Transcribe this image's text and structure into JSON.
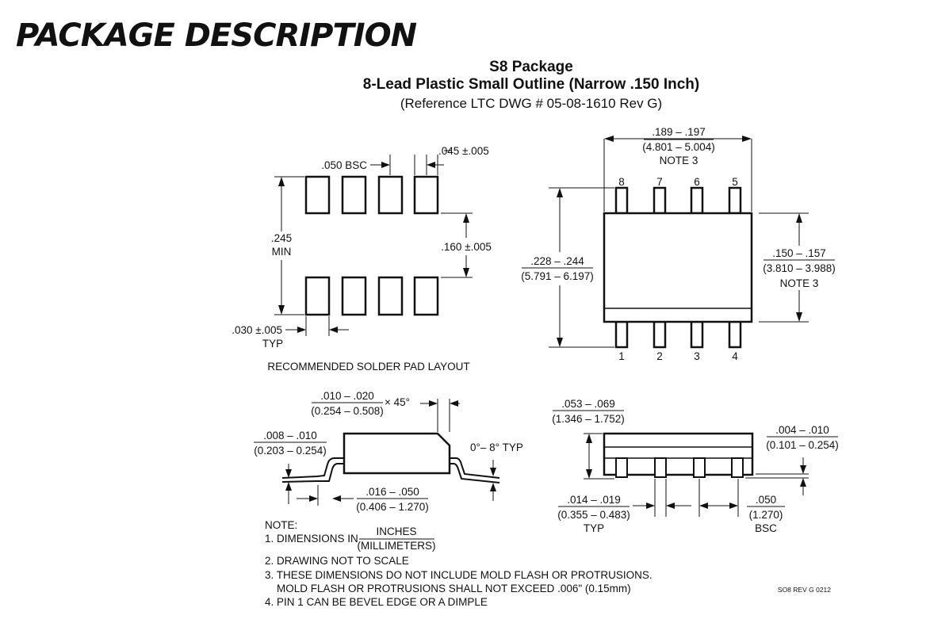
{
  "title": "PACKAGE DESCRIPTION",
  "package": {
    "name": "S8 Package",
    "description": "8-Lead Plastic Small Outline (Narrow .150 Inch)",
    "reference": "(Reference LTC DWG # 05-08-1610 Rev G)"
  },
  "solder_pad": {
    "pitch": ".050 BSC",
    "pad_width": ".045 ±.005",
    "span_top": ".245",
    "span_bottom": "MIN",
    "pad_length": ".160 ±.005",
    "gap_top": ".030 ±.005",
    "gap_bottom": "TYP",
    "caption": "RECOMMENDED SOLDER PAD LAYOUT"
  },
  "top_view": {
    "length_in": ".189 – .197",
    "length_mm": "(4.801 – 5.004)",
    "length_note": "NOTE 3",
    "overall_in": ".228 – .244",
    "overall_mm": "(5.791 – 6.197)",
    "body_in": ".150 – .157",
    "body_mm": "(3.810 – 3.988)",
    "body_note": "NOTE 3",
    "pins_top": [
      "8",
      "7",
      "6",
      "5"
    ],
    "pins_bottom": [
      "1",
      "2",
      "3",
      "4"
    ]
  },
  "side_view": {
    "bevel_in": ".010 – .020",
    "bevel_mm": "(0.254 – 0.508)",
    "bevel_angle": "× 45°",
    "lead_thk_in": ".008 – .010",
    "lead_thk_mm": "(0.203 – 0.254)",
    "angle": "0°– 8° TYP",
    "foot_in": ".016 – .050",
    "foot_mm": "(0.406 – 1.270)"
  },
  "end_view": {
    "height_in": ".053 – .069",
    "height_mm": "(1.346 – 1.752)",
    "standoff_in": ".004 – .010",
    "standoff_mm": "(0.101 – 0.254)",
    "lead_w_in": ".014 – .019",
    "lead_w_mm": "(0.355 – 0.483)",
    "lead_w_typ": "TYP",
    "pitch_in": ".050",
    "pitch_mm": "(1.270)",
    "pitch_bsc": "BSC"
  },
  "notes": {
    "heading": "NOTE:",
    "n1_prefix": "1. DIMENSIONS IN",
    "n1_num": "INCHES",
    "n1_den": "(MILLIMETERS)",
    "n2": "2. DRAWING NOT TO SCALE",
    "n3a": "3. THESE DIMENSIONS DO NOT INCLUDE MOLD FLASH OR PROTRUSIONS.",
    "n3b": "MOLD FLASH OR PROTRUSIONS SHALL NOT EXCEED .006\" (0.15mm)",
    "n4": "4. PIN 1 CAN BE BEVEL EDGE OR A DIMPLE"
  },
  "drawing_code": "SO8 REV G 0212"
}
